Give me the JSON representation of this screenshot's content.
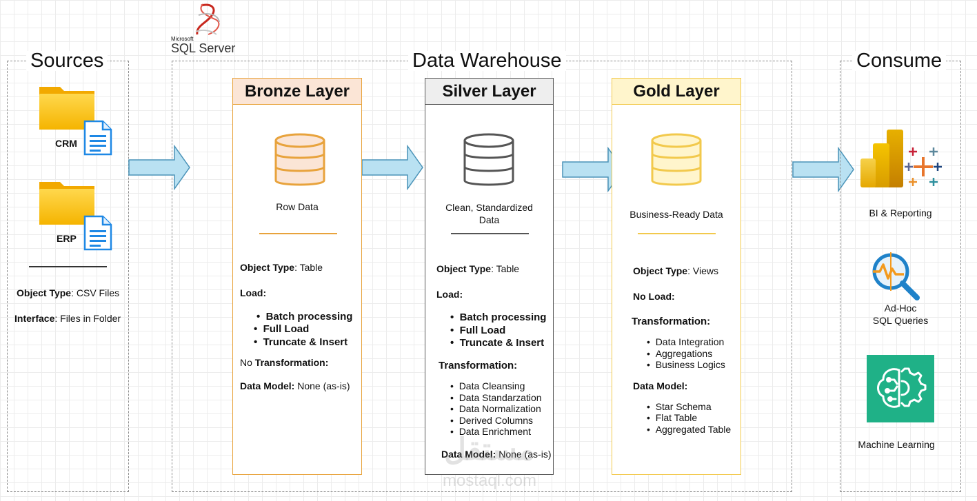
{
  "logo": {
    "vendor": "Microsoft",
    "product": "SQL Server"
  },
  "sources": {
    "title": "Sources",
    "crm_label": "CRM",
    "erp_label": "ERP",
    "object_type_key": "Object Type",
    "object_type_value": ": CSV Files",
    "interface_key": "Interface",
    "interface_value": ": Files in Folder"
  },
  "warehouse": {
    "title": "Data Warehouse"
  },
  "bronze": {
    "title": "Bronze Layer",
    "caption": "Row Data",
    "object_type_key": "Object Type",
    "object_type_value": ": Table",
    "load_label": "Load:",
    "load_items": [
      "Batch processing",
      "Full Load",
      "Truncate & Insert"
    ],
    "no_word": "No ",
    "transformation_label": "Transformation:",
    "data_model_label": "Data Model:",
    "data_model_value": " None (as-is)"
  },
  "silver": {
    "title": "Silver Layer",
    "caption_line1": "Clean, Standardized",
    "caption_line2": "Data",
    "object_type_key": "Object Type",
    "object_type_value": ": Table",
    "load_label": "Load:",
    "load_items": [
      "Batch processing",
      "Full Load",
      "Truncate & Insert"
    ],
    "transformation_label": "Transformation:",
    "transformation_items": [
      "Data Cleansing",
      "Data Standarzation",
      "Data Normalization",
      "Derived Columns",
      "Data Enrichment"
    ],
    "data_model_label": "Data Model:",
    "data_model_value": " None (as-is)"
  },
  "gold": {
    "title": "Gold Layer",
    "caption": "Business-Ready Data",
    "object_type_key": "Object Type",
    "object_type_value": ": Views",
    "no_load": "No Load:",
    "transformation_label": "Transformation:",
    "transformation_items": [
      "Data Integration",
      "Aggregations",
      "Business Logics"
    ],
    "data_model_label": "Data Model:",
    "data_model_items": [
      "Star Schema",
      "Flat Table",
      "Aggregated Table"
    ]
  },
  "consume": {
    "title": "Consume",
    "bi_label": "BI & Reporting",
    "adhoc_line1": "Ad-Hoc",
    "adhoc_line2": "SQL Queries",
    "ml_label": "Machine Learning"
  },
  "watermark": {
    "arabic": "مستقل",
    "latin": "mostaql.com"
  },
  "colors": {
    "bronze_border": "#e8a33c",
    "bronze_fill": "#fbe5d6",
    "silver_border": "#555555",
    "gold_border": "#f2c94c",
    "gold_fill": "#fff5cc",
    "arrow_fill": "#b9e1f2",
    "arrow_stroke": "#4a93b8",
    "ml_bg": "#1fb187"
  },
  "icons": {
    "folders": "folder-icon",
    "documents": "document-icon",
    "database": "database-icon",
    "powerbi": "powerbi-icon",
    "tableau": "tableau-icon",
    "query": "magnifier-chart-icon",
    "ml": "brain-gear-icon"
  }
}
